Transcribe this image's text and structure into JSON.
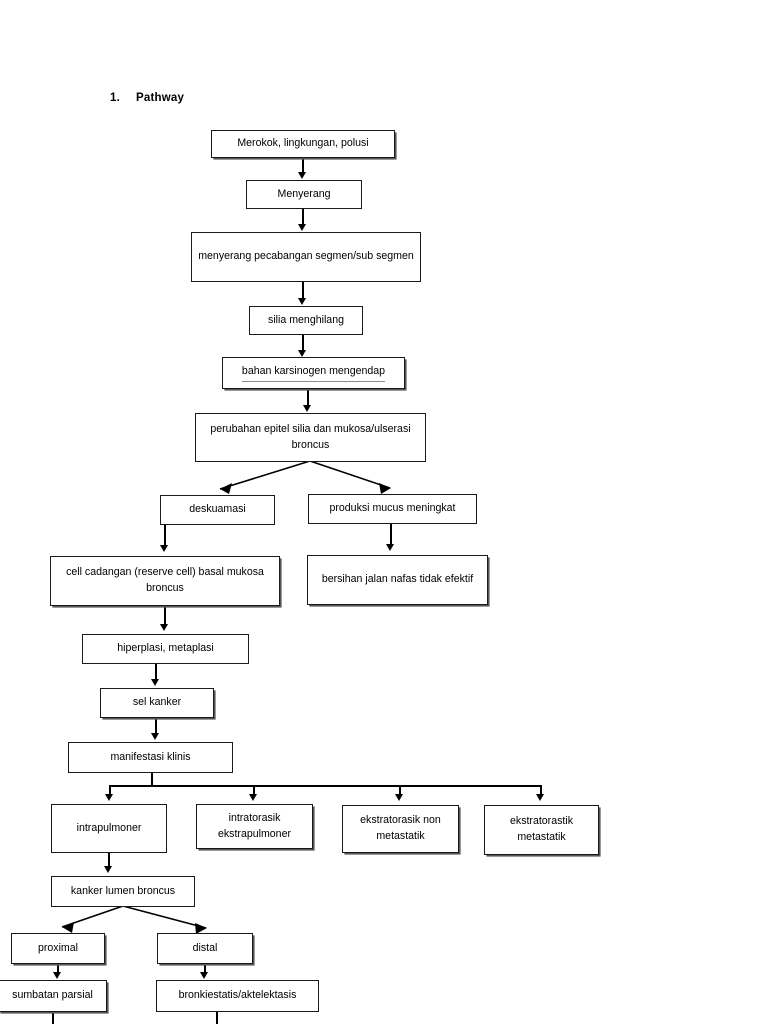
{
  "document": {
    "heading_number": "1.",
    "heading_text": "Pathway"
  },
  "flowchart": {
    "title": "Pathway",
    "type": "flowchart",
    "nodes": [
      {
        "id": "n1",
        "label": "Merokok, lingkungan, polusi"
      },
      {
        "id": "n2",
        "label": "Menyerang"
      },
      {
        "id": "n3",
        "label": "menyerang pecabangan segmen/sub segmen"
      },
      {
        "id": "n4",
        "label": "silia menghilang"
      },
      {
        "id": "n5",
        "label": "bahan karsinogen mengendap",
        "underlined_part": "karsinogen mengendap"
      },
      {
        "id": "n6",
        "label": "perubahan epitel silia dan mukosa/ulserasi broncus"
      },
      {
        "id": "n7",
        "label": "deskuamasi"
      },
      {
        "id": "n8",
        "label": "produksi mucus meningkat"
      },
      {
        "id": "n9",
        "label": "cell cadangan (reserve cell) basal mukosa broncus"
      },
      {
        "id": "n10",
        "label": "bersihan jalan nafas tidak efektif"
      },
      {
        "id": "n11",
        "label": "hiperplasi, metaplasi"
      },
      {
        "id": "n12",
        "label": "sel kanker"
      },
      {
        "id": "n13",
        "label": "manifestasi klinis"
      },
      {
        "id": "n14",
        "label": "intrapulmoner"
      },
      {
        "id": "n15",
        "label": "intratorasik ekstrapulmoner"
      },
      {
        "id": "n16",
        "label": "ekstratorasik non metastatik"
      },
      {
        "id": "n17",
        "label": "ekstratorastik metastatik"
      },
      {
        "id": "n18",
        "label": "kanker lumen broncus"
      },
      {
        "id": "n19",
        "label": "proximal"
      },
      {
        "id": "n20",
        "label": "distal"
      },
      {
        "id": "n21",
        "label": "sumbatan parsial"
      },
      {
        "id": "n22",
        "label": "bronkiestatis/aktelektasis"
      }
    ],
    "edges": [
      {
        "from": "n1",
        "to": "n2"
      },
      {
        "from": "n2",
        "to": "n3"
      },
      {
        "from": "n3",
        "to": "n4"
      },
      {
        "from": "n4",
        "to": "n5"
      },
      {
        "from": "n5",
        "to": "n6"
      },
      {
        "from": "n6",
        "to": "n7"
      },
      {
        "from": "n6",
        "to": "n8"
      },
      {
        "from": "n7",
        "to": "n9"
      },
      {
        "from": "n8",
        "to": "n10"
      },
      {
        "from": "n9",
        "to": "n11"
      },
      {
        "from": "n11",
        "to": "n12"
      },
      {
        "from": "n12",
        "to": "n13"
      },
      {
        "from": "n13",
        "to": "n14"
      },
      {
        "from": "n13",
        "to": "n15"
      },
      {
        "from": "n13",
        "to": "n16"
      },
      {
        "from": "n13",
        "to": "n17"
      },
      {
        "from": "n14",
        "to": "n18"
      },
      {
        "from": "n18",
        "to": "n19"
      },
      {
        "from": "n18",
        "to": "n20"
      },
      {
        "from": "n19",
        "to": "n21"
      },
      {
        "from": "n20",
        "to": "n22"
      }
    ],
    "colors": {
      "box_border": "#1a1a1a",
      "box_fill": "#ffffff",
      "connector": "#000000",
      "underline": "#8c8c8c",
      "shadow": "#55565a"
    }
  }
}
